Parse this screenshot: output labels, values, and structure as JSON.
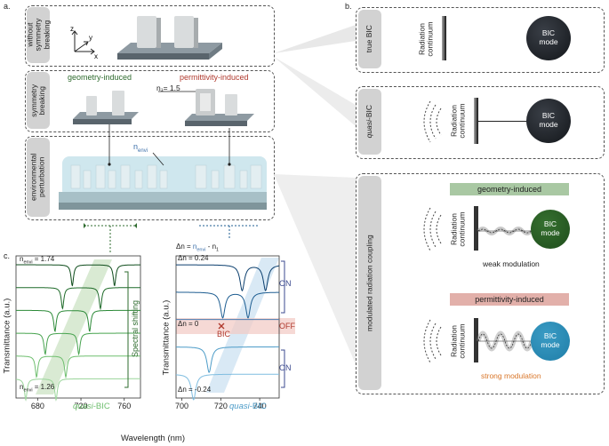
{
  "panel_a": {
    "letter": "a.",
    "rows": [
      {
        "label_l1": "without",
        "label_l2": "symmetry",
        "label_l3": "breaking"
      },
      {
        "label_l1": "symmetry",
        "label_l2": "breaking",
        "label_l3": ""
      },
      {
        "label_l1": "environmental",
        "label_l2": "perturbation",
        "label_l3": ""
      }
    ],
    "axis_z": "z",
    "axis_y": "y",
    "axis_x": "x",
    "geometry_label": "geometry-induced",
    "permittivity_label": "permittivity-induced",
    "n1_label": "n₁= 1.5",
    "nenvi_label": "n",
    "nenvi_sub": "envi",
    "colors": {
      "geometry": "#2e6b2e",
      "permittivity": "#b03a2e",
      "nenvi": "#3a6ea8"
    }
  },
  "panel_b": {
    "letter": "b.",
    "true_bic": {
      "tab": "true BIC",
      "radiation_l1": "Radiation",
      "radiation_l2": "continuum",
      "mode_l1": "BIC",
      "mode_l2": "mode"
    },
    "quasi_bic": {
      "tab_italic": "quasi",
      "tab_rest": "-BIC",
      "radiation_l1": "Radiation",
      "radiation_l2": "continuum",
      "mode_l1": "BIC",
      "mode_l2": "mode"
    },
    "modulated": {
      "tab": "modulated radiation coupling",
      "geometry_header": "geometry-induced",
      "weak_label": "weak modulation",
      "permittivity_header": "permittivity-induced",
      "strong_label": "strong modulation",
      "radiation_l1": "Radiation",
      "radiation_l2": "continuum",
      "mode_l1": "BIC",
      "mode_l2": "mode"
    },
    "colors": {
      "geometry_header": "#a9c8a3",
      "permittivity_header": "#e2b0aa",
      "green_mode": "#1f4d1c",
      "blue_mode": "#1f7ea8",
      "dark_mode": "#1a1d22",
      "strong_text": "#d9772b"
    }
  },
  "panel_c": {
    "letter": "c.",
    "left_chart": {
      "ylabel": "Transmittance (a.u.)",
      "top_label_n": "n",
      "top_label_sub": "envi",
      "top_label_val": "= 1.74",
      "bottom_label_n": "n",
      "bottom_label_sub": "envi",
      "bottom_label_val": "= 1.26",
      "shift_label": "Spectral shifting",
      "quasi_italic": "quasi",
      "quasi_rest": "-BIC",
      "x_ticks": [
        "680",
        "720",
        "760"
      ]
    },
    "right_chart": {
      "ylabel": "Transmittance (a.u.)",
      "dn_top": "Δn = 0.24",
      "dn_mid": "Δn = 0",
      "dn_bot": "Δn = -0.24",
      "dn_formula_a": "Δn = ",
      "dn_formula_b": "n",
      "dn_formula_b_sub": "envi",
      "dn_formula_c": " - n",
      "dn_formula_c_sub": "1",
      "on_label_top": "ON",
      "off_label": "OFF",
      "on_label_bot": "ON",
      "bic_label": "BIC",
      "quasi_italic": "quasi",
      "quasi_rest": "-BIC",
      "x_ticks": [
        "700",
        "720",
        "740"
      ]
    },
    "xlabel": "Wavelength (nm)"
  },
  "chart_data": [
    {
      "type": "line",
      "title": "",
      "xlabel": "Wavelength (nm)",
      "ylabel": "Transmittance (a.u.)",
      "xlim": [
        660,
        775
      ],
      "x_ticks": [
        680,
        720,
        760
      ],
      "series": [
        {
          "name": "n_envi = 1.74",
          "dips": [
            712,
            751
          ],
          "color": "#0f4d1c"
        },
        {
          "name": "",
          "dips": [
            703,
            738
          ],
          "color": "#1f6b2a"
        },
        {
          "name": "",
          "dips": [
            696,
            728
          ],
          "color": "#2c8a38"
        },
        {
          "name": "",
          "dips": [
            687,
            718
          ],
          "color": "#47a34f"
        },
        {
          "name": "",
          "dips": [
            679,
            706
          ],
          "color": "#6fbf6f"
        },
        {
          "name": "n_envi = 1.26",
          "dips": [
            669,
            697
          ],
          "color": "#9ad59a"
        }
      ]
    },
    {
      "type": "line",
      "title": "",
      "xlabel": "Wavelength (nm)",
      "ylabel": "Transmittance (a.u.)",
      "xlim": [
        697,
        750
      ],
      "x_ticks": [
        700,
        720,
        740
      ],
      "series": [
        {
          "name": "Δn = 0.24",
          "dips": [
            731,
            743
          ],
          "color": "#0b3f6e"
        },
        {
          "name": "",
          "dips": [
            721,
            734
          ],
          "color": "#1d5d91"
        },
        {
          "name": "Δn = 0",
          "dips": [],
          "color": "#4a7ab0"
        },
        {
          "name": "",
          "dips": [
            714
          ],
          "color": "#4d9cc8"
        },
        {
          "name": "Δn = -0.24",
          "dips": [
            706
          ],
          "color": "#7fbde0"
        }
      ]
    }
  ]
}
